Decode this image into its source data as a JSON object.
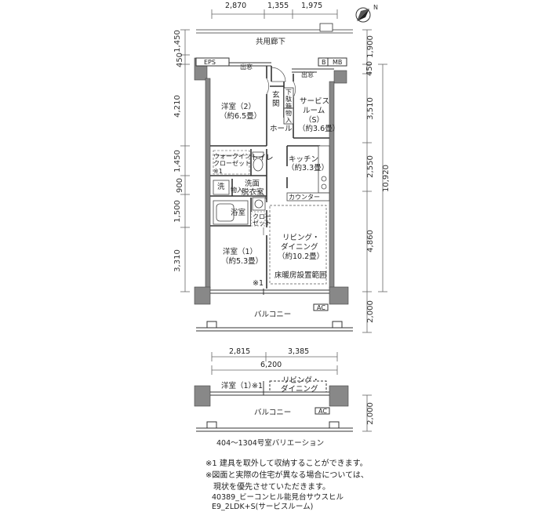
{
  "dims": {
    "top": [
      "2,870",
      "1,355",
      "1,975"
    ],
    "left": [
      "1,450",
      "450",
      "4,210",
      "1,450",
      "900",
      "1,500",
      "3,310"
    ],
    "right": [
      "1,900",
      "450",
      "3,510",
      "2,550",
      "10,920",
      "4,860",
      "2,000"
    ],
    "bottom_row": [
      "2,815",
      "3,385"
    ],
    "bottom_total": "6,200",
    "variation_right": "2,000"
  },
  "labels": {
    "corridor": "共用廊下",
    "eps": "EPS",
    "b": "B",
    "mb": "MB",
    "closet_top_left": "出窓",
    "closet_top_right": "出窓",
    "entrance": [
      "玄",
      "関"
    ],
    "shoe_storage": [
      "下",
      "駄",
      "箱"
    ],
    "storage_small": [
      "物",
      "入"
    ],
    "bedroom2": "洋室（2）",
    "bedroom2_size": "（約6.5畳）",
    "service_room": "サービス",
    "service_room2": "ルーム",
    "service_room_s": "（S）",
    "service_room_size": "（約3.6畳）",
    "hall": "ホール",
    "walkin": "ウォークイン",
    "walkin2": "クローゼット",
    "note_mark1": "※1",
    "toilet": "トイレ",
    "kitchen": "キッチン",
    "kitchen_size": "（約3.3畳）",
    "wash": "洗",
    "storage2": "物入",
    "washroom": "洗面",
    "washroom2": "脱衣室",
    "counter": "カウンター",
    "bath": "浴室",
    "closet_small": "クロー",
    "closet_small2": "ゼット",
    "living": "リビング・",
    "living2": "ダイニング",
    "living_size": "（約10.2畳）",
    "bedroom1": "洋室（1）",
    "bedroom1_size": "（約5.3畳）",
    "floor_heating": "床暖房設置範囲",
    "note_mark_bed": "※1",
    "balcony": "バルコニー",
    "ac": "AC",
    "variation_bedroom": "洋室（1）",
    "variation_note": "※1",
    "variation_living": "リビング・",
    "variation_living2": "ダイニング",
    "variation_balcony": "バルコニー",
    "variation_caption": "404～1304号室バリエーション"
  },
  "notes": [
    "※1 建具を取外して収納することができます。",
    "※図面と実際の住宅が異なる場合については、",
    "　現状を優先させていただきます。"
  ],
  "footer": [
    "40389_ビーコンヒル能見台サウスヒル",
    "E9_2LDK+S(サービスルーム)"
  ]
}
